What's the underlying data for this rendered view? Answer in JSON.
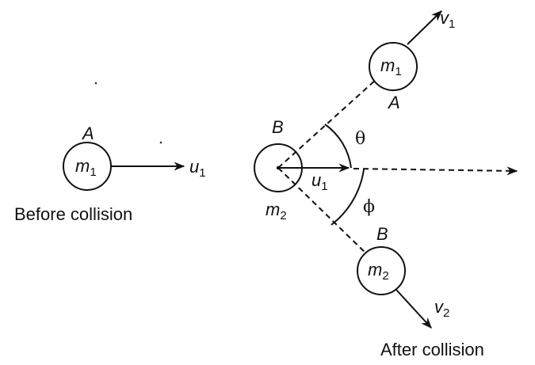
{
  "diagram": {
    "title": "Oblique elastic collision in two dimensions",
    "before": {
      "caption": "Before collision",
      "ball": {
        "label": "A",
        "mass": "m",
        "mass_sub": "1"
      },
      "velocity": {
        "symbol": "u",
        "sub": "1"
      }
    },
    "after": {
      "caption": "After collision",
      "target": {
        "label": "B",
        "mass": "m",
        "mass_sub": "2"
      },
      "incoming_velocity": {
        "symbol": "u",
        "sub": "1"
      },
      "ball_a": {
        "label": "A",
        "mass": "m",
        "mass_sub": "1",
        "velocity": "v",
        "velocity_sub": "1"
      },
      "ball_b": {
        "label": "B",
        "mass": "m",
        "mass_sub": "2",
        "velocity": "v",
        "velocity_sub": "2"
      },
      "angle_a": "θ",
      "angle_b": "ϕ"
    }
  }
}
